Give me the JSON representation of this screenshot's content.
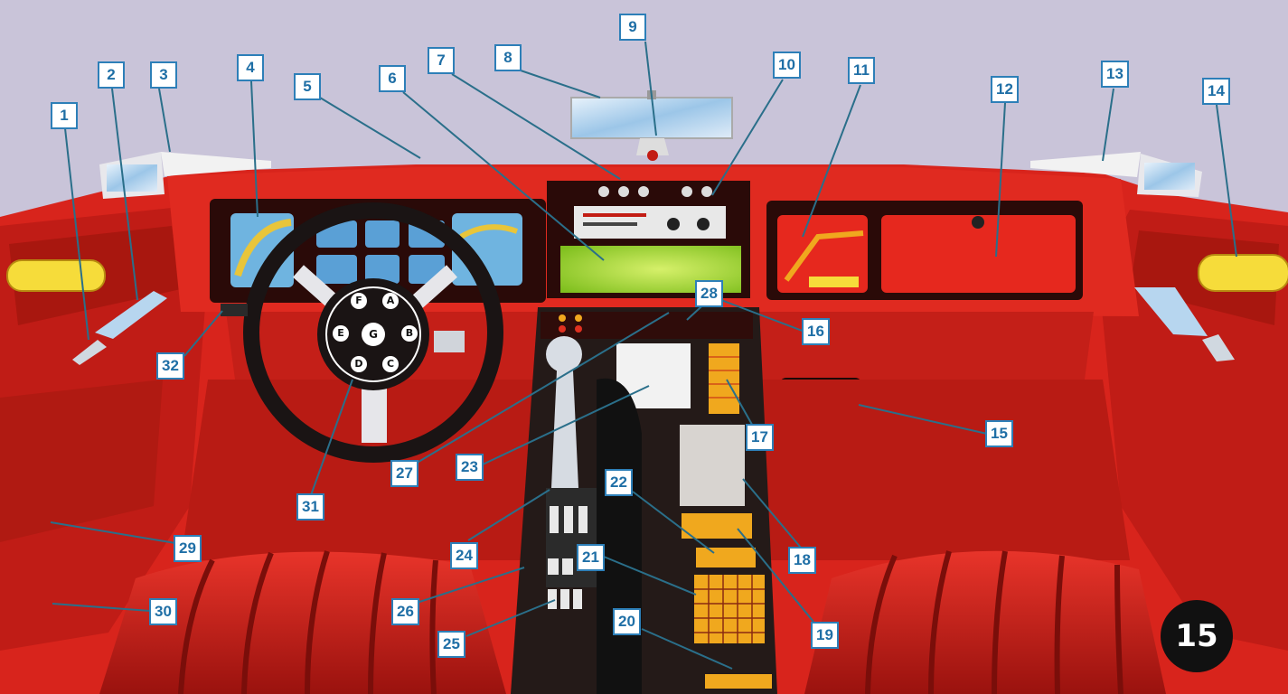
{
  "diagram": {
    "title": "",
    "callouts": [
      "1",
      "2",
      "3",
      "4",
      "5",
      "6",
      "7",
      "8",
      "9",
      "10",
      "11",
      "12",
      "13",
      "14",
      "15",
      "16",
      "17",
      "18",
      "19",
      "20",
      "21",
      "22",
      "23",
      "24",
      "25",
      "26",
      "27",
      "28",
      "29",
      "30",
      "31",
      "32"
    ],
    "steering_hub_letters": [
      "A",
      "B",
      "C",
      "D",
      "E",
      "F",
      "G"
    ],
    "page_number": "15"
  },
  "colors": {
    "sky": "#c9c4d9",
    "interior_red": "#d8241c",
    "dark_red": "#8e1410",
    "callout_border": "#2d7fb8",
    "callout_text": "#1f6fa6",
    "screen_green": "#9ad22a",
    "amber_panel": "#f0a81e",
    "yellow_light": "#f6dc3a"
  }
}
